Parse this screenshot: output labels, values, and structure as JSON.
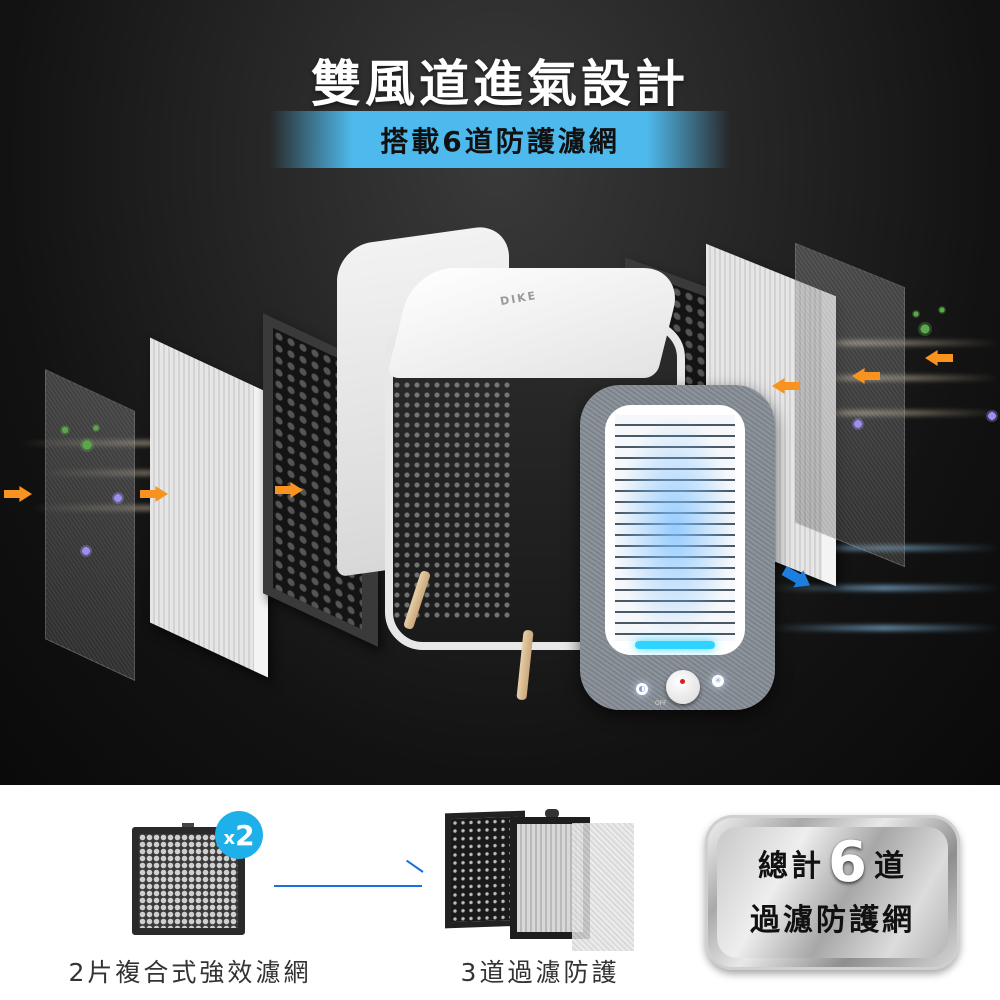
{
  "hero": {
    "title": "雙風道進氣設計",
    "subtitle": "搭載6道防護濾網",
    "brand": "DIKE",
    "knob_label": "OFF",
    "colors": {
      "subtitle_band": "#4eb9ec",
      "intake_arrow": "#f7931e",
      "outflow_arrow": "#1c7fe0",
      "led": "#2fd3ff"
    }
  },
  "bottom": {
    "left": {
      "badge_prefix": "x",
      "badge_count": "2",
      "label": "2片複合式強效濾網"
    },
    "middle": {
      "label": "3道過濾防護"
    },
    "total": {
      "prefix": "總計",
      "number": "6",
      "suffix": "道",
      "line2": "過濾防護網"
    },
    "colors": {
      "badge": "#1eb0e8",
      "connector": "#1a6fe0"
    }
  }
}
